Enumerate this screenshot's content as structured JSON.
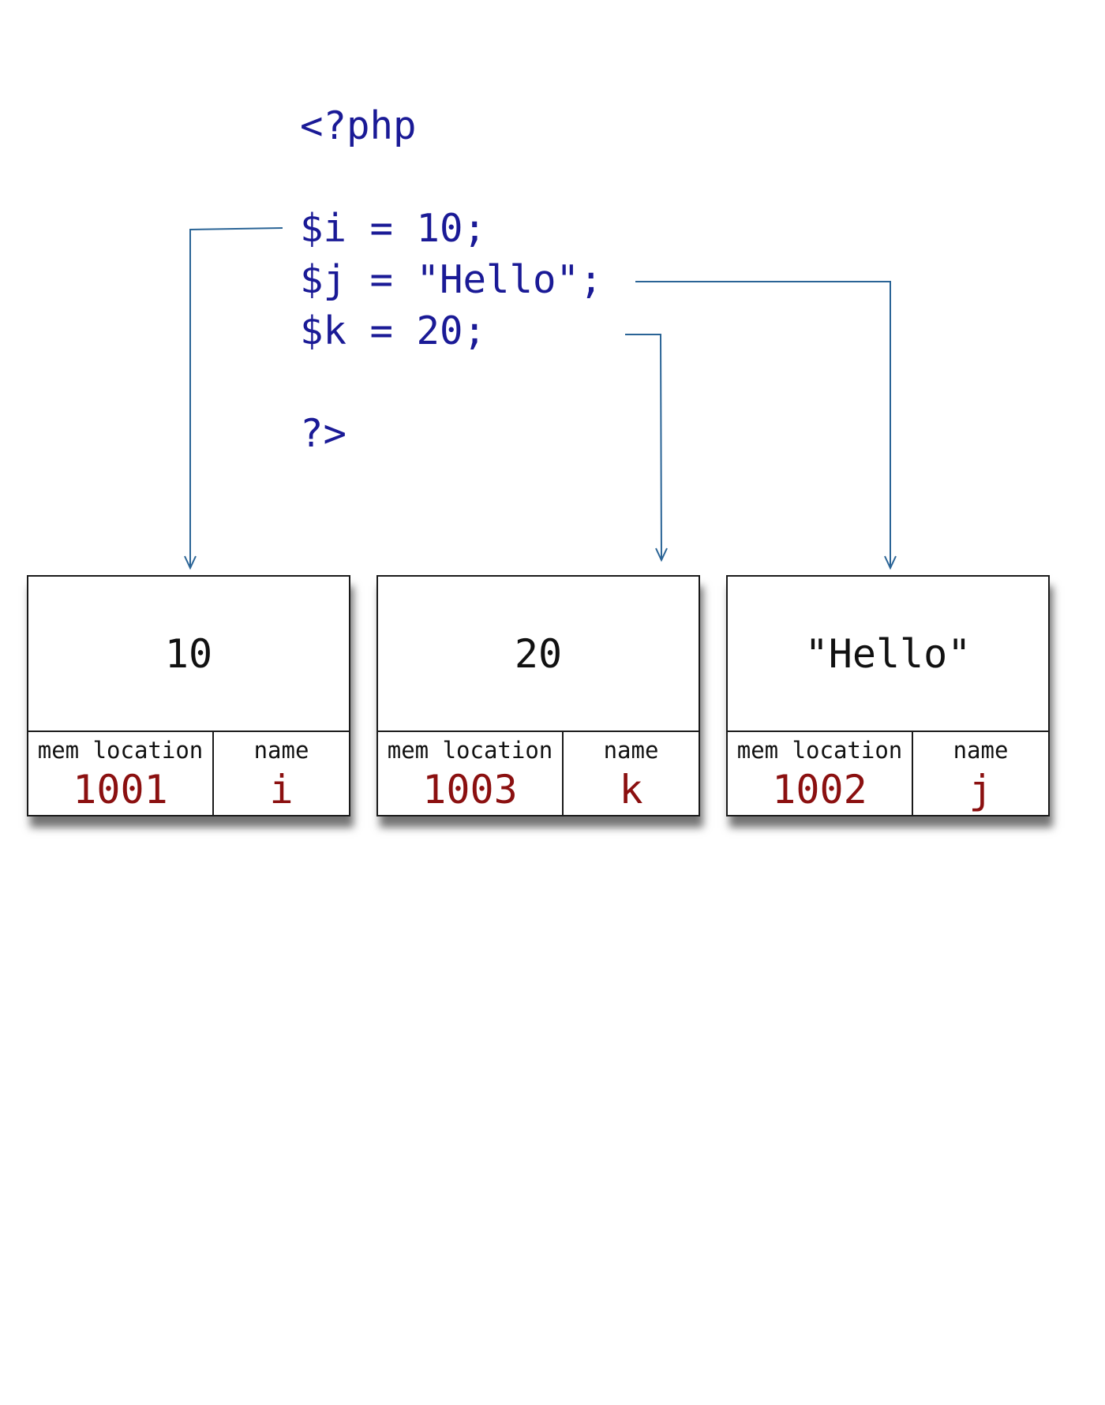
{
  "code": {
    "open_tag": "<?php",
    "lines": [
      "$i = 10;",
      "$j = \"Hello\";",
      "$k = 20;"
    ],
    "close_tag": "?>"
  },
  "colors": {
    "code": "#1a1a96",
    "arrow": "#2a6496",
    "memory_value": "#8b1010",
    "box_border": "#1a1a1a"
  },
  "memory_boxes": [
    {
      "value": "10",
      "location_label": "mem location",
      "location": "1001",
      "name_label": "name",
      "name": "i"
    },
    {
      "value": "20",
      "location_label": "mem location",
      "location": "1003",
      "name_label": "name",
      "name": "k"
    },
    {
      "value": "\"Hello\"",
      "location_label": "mem location",
      "location": "1002",
      "name_label": "name",
      "name": "j"
    }
  ]
}
